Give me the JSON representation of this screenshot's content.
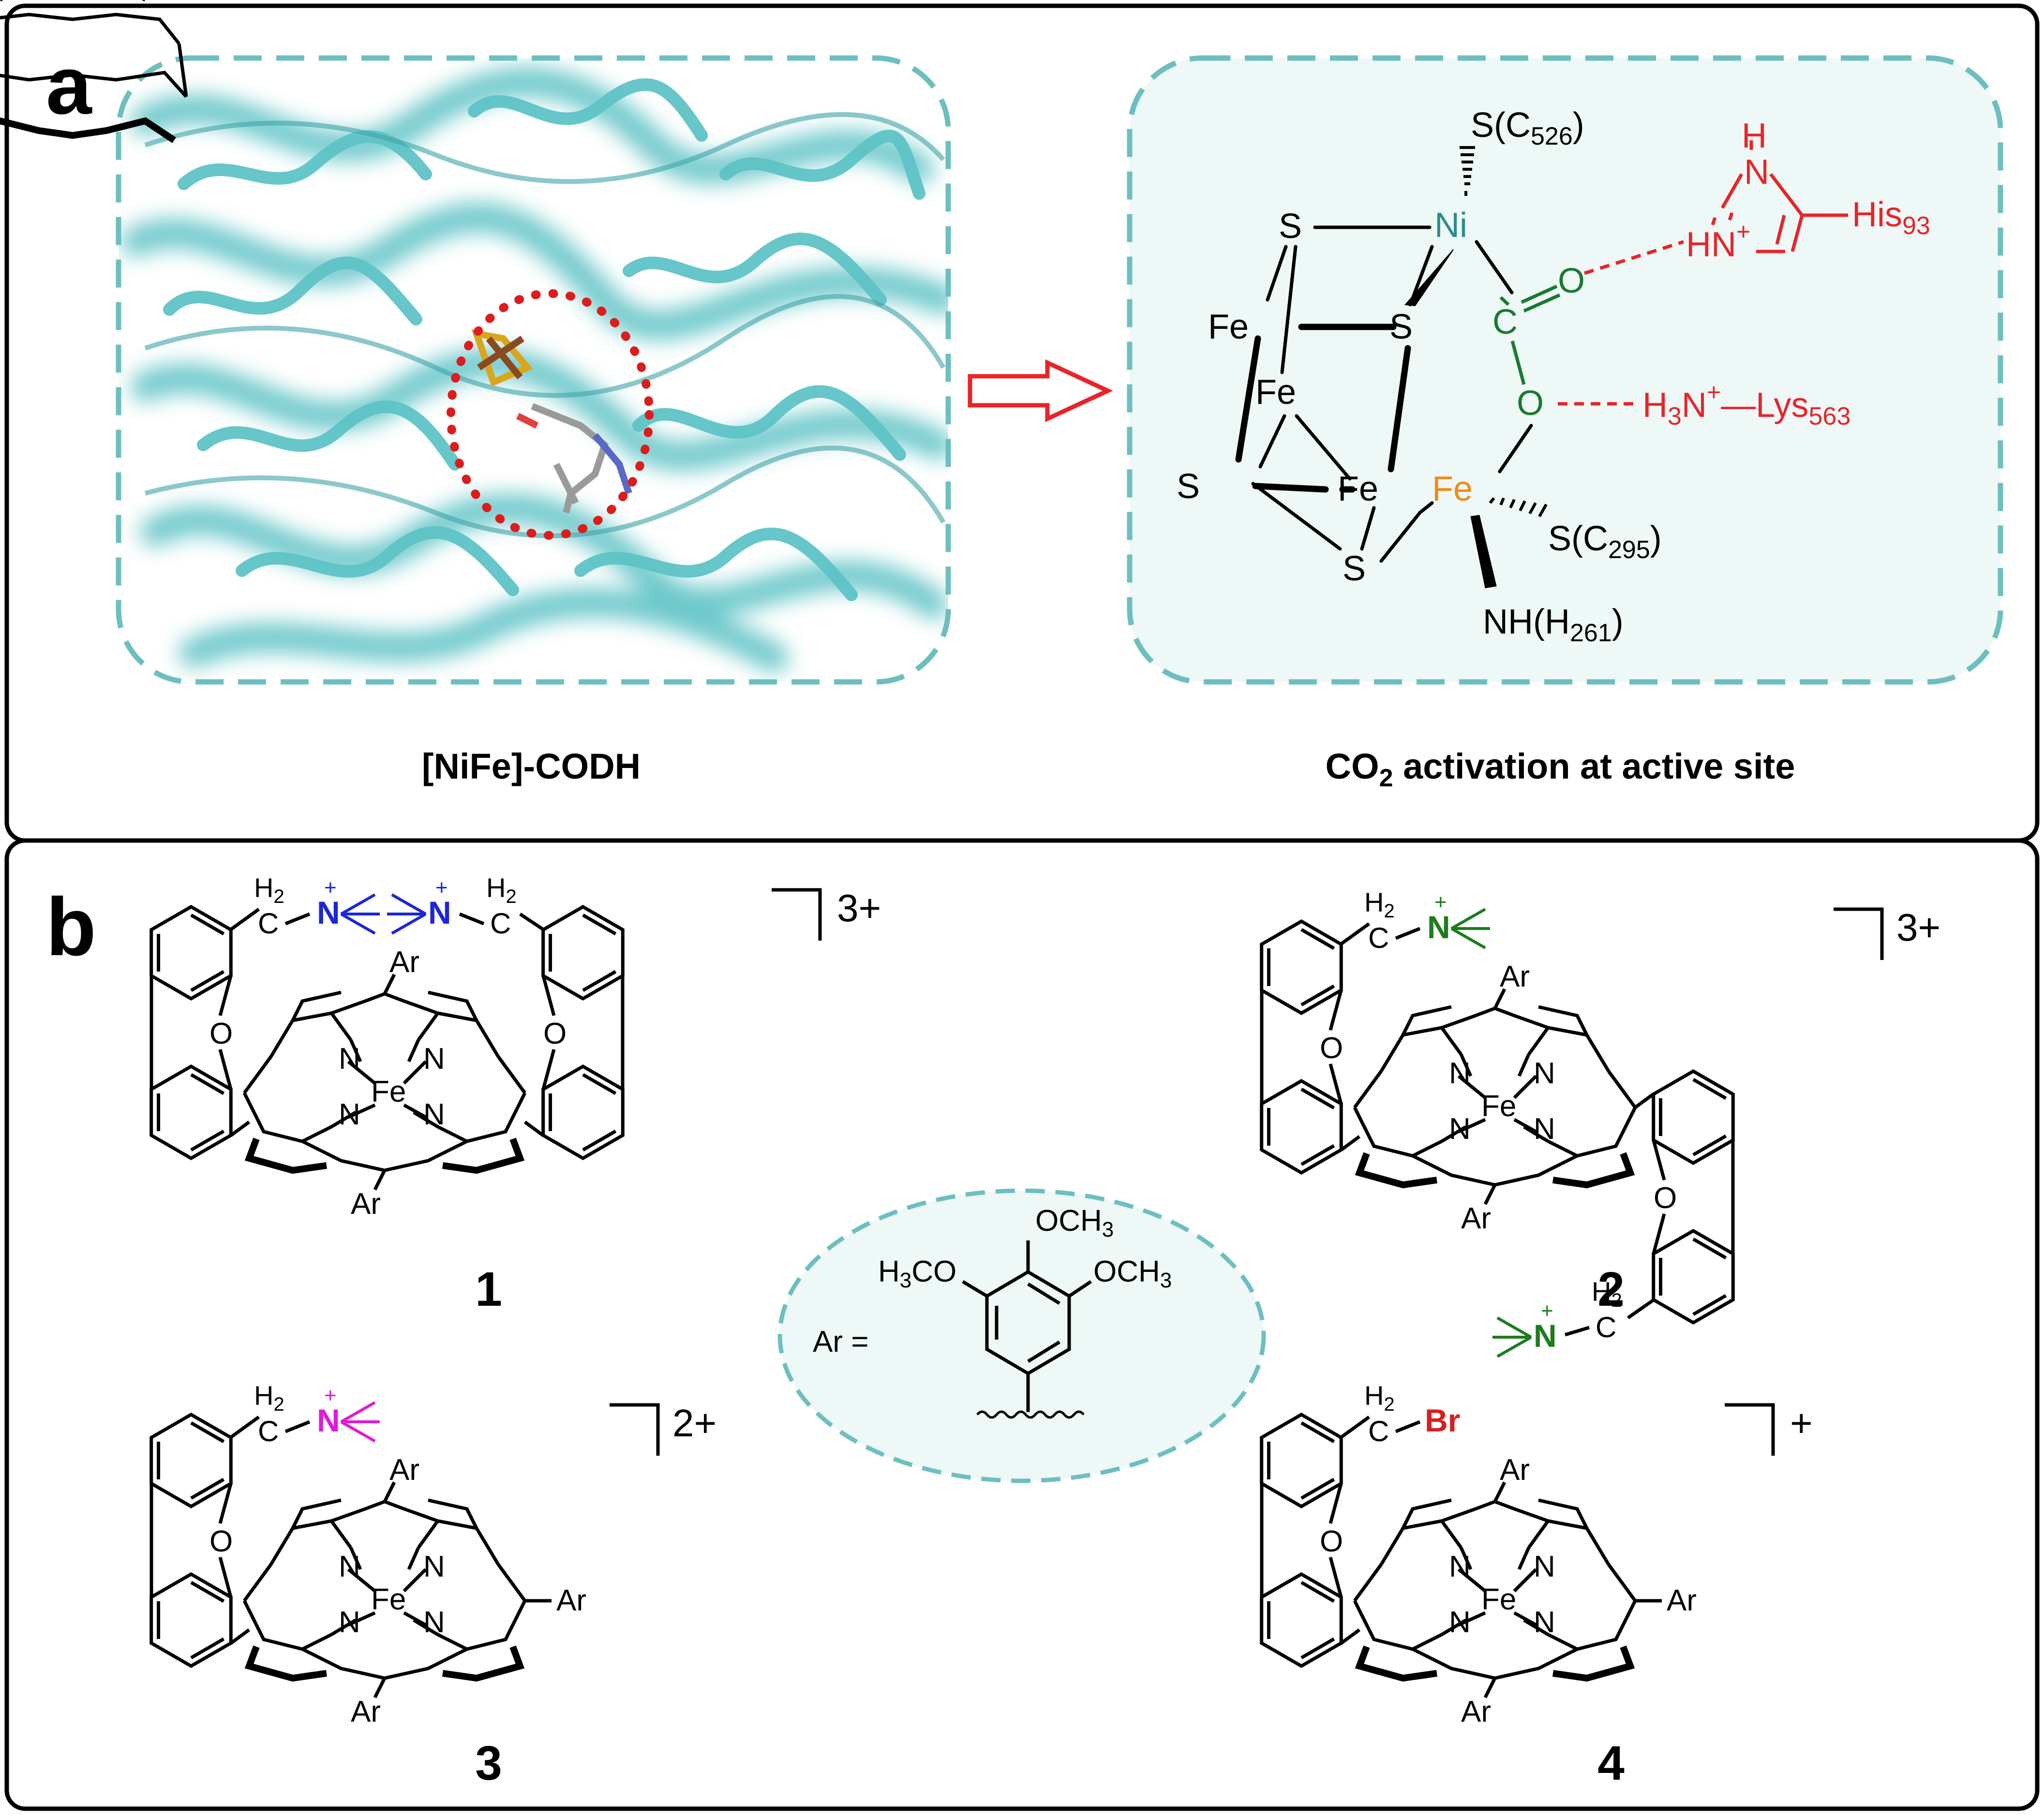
{
  "panel_a": {
    "label": "a",
    "protein_caption": "[NiFe]-CODH",
    "site_caption_prefix": "CO",
    "site_caption_sub": "2",
    "site_caption_suffix": " activation at active site",
    "atoms": {
      "s_top": "S",
      "fe_top": "Fe",
      "s_mid": "S",
      "fe_mid": "Fe",
      "s_left": "S",
      "fe_low": "Fe",
      "s_bottom": "S",
      "ni": "Ni",
      "c": "C",
      "o_top": "O",
      "o_low": "O",
      "fe_orange": "Fe"
    },
    "ligands": {
      "cys526_base": "S(C",
      "cys526_sub": "526",
      "close": ")",
      "cys295_base": "S(C",
      "cys295_sub": "295",
      "his261_base": "NH(H",
      "his261_sub": "261"
    },
    "residues": {
      "his_h": "H",
      "his_n": "N",
      "his_hn": "HN",
      "his_plus": "+",
      "his_name": "His",
      "his_sub": "93",
      "lys_h": "H",
      "lys_h_sub": "3",
      "lys_n": "N",
      "lys_plus": "+",
      "lys_name": "—Lys",
      "lys_sub": "563"
    }
  },
  "panel_b": {
    "label": "b",
    "compounds": [
      {
        "number": "1",
        "charge": "3+"
      },
      {
        "number": "2",
        "charge": "3+"
      },
      {
        "number": "3",
        "charge": "2+"
      },
      {
        "number": "4",
        "charge": "+"
      }
    ],
    "atom_labels": {
      "n": "N",
      "fe": "Fe",
      "o": "O",
      "ar": "Ar",
      "h2": "H",
      "h2_sub": "2",
      "c": "C",
      "br": "Br",
      "plus": "+"
    },
    "ar_definition": {
      "prefix": "Ar =",
      "och3_top": "OCH",
      "och3_sub": "3",
      "h3co_left_h": "H",
      "h3co_left_sub": "3",
      "h3co_left_rest": "CO",
      "och3_right": "OCH",
      "och3_right_sub": "3"
    }
  },
  "colors": {
    "protein": "#5ec3c6",
    "dashed_border": "#6dbfbf",
    "box_fill": "#eef8f6",
    "red": "#e8242a",
    "green": "#1a7a30",
    "ni_teal": "#2b8c8c",
    "fe_orange": "#f08a14",
    "n_blue": "#1b27d6",
    "n_green": "#1d7d1d",
    "n_magenta": "#e11ad8",
    "br_red": "#d81e1e"
  }
}
